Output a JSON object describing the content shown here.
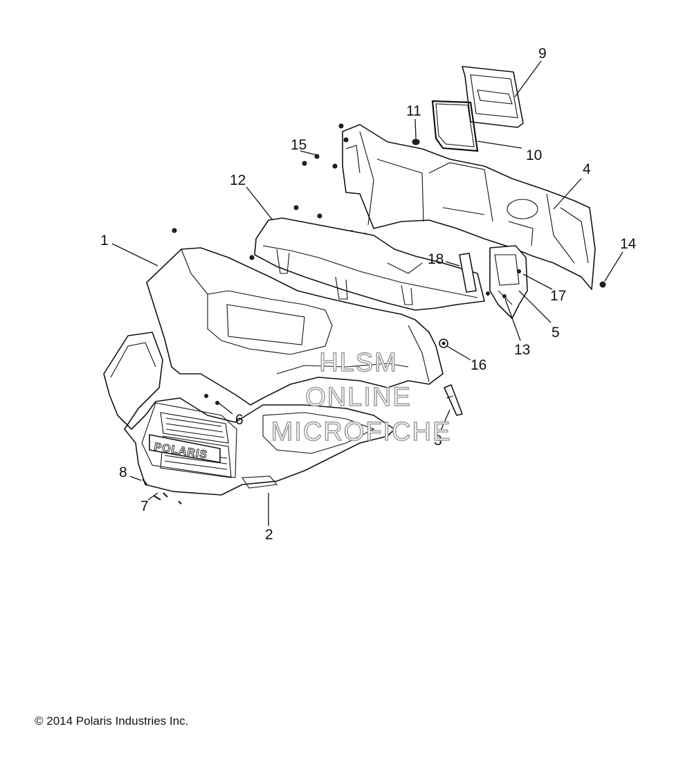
{
  "diagram": {
    "callouts": [
      "1",
      "2",
      "3",
      "4",
      "5",
      "6",
      "7",
      "8",
      "9",
      "10",
      "11",
      "12",
      "13",
      "14",
      "15",
      "16",
      "17",
      "18"
    ],
    "logo_text": "POLARIS",
    "watermark": [
      "HLSM",
      "ONLINE",
      "MICROFICHE"
    ]
  },
  "footer": {
    "copyright": "© 2014 Polaris Industries Inc."
  }
}
